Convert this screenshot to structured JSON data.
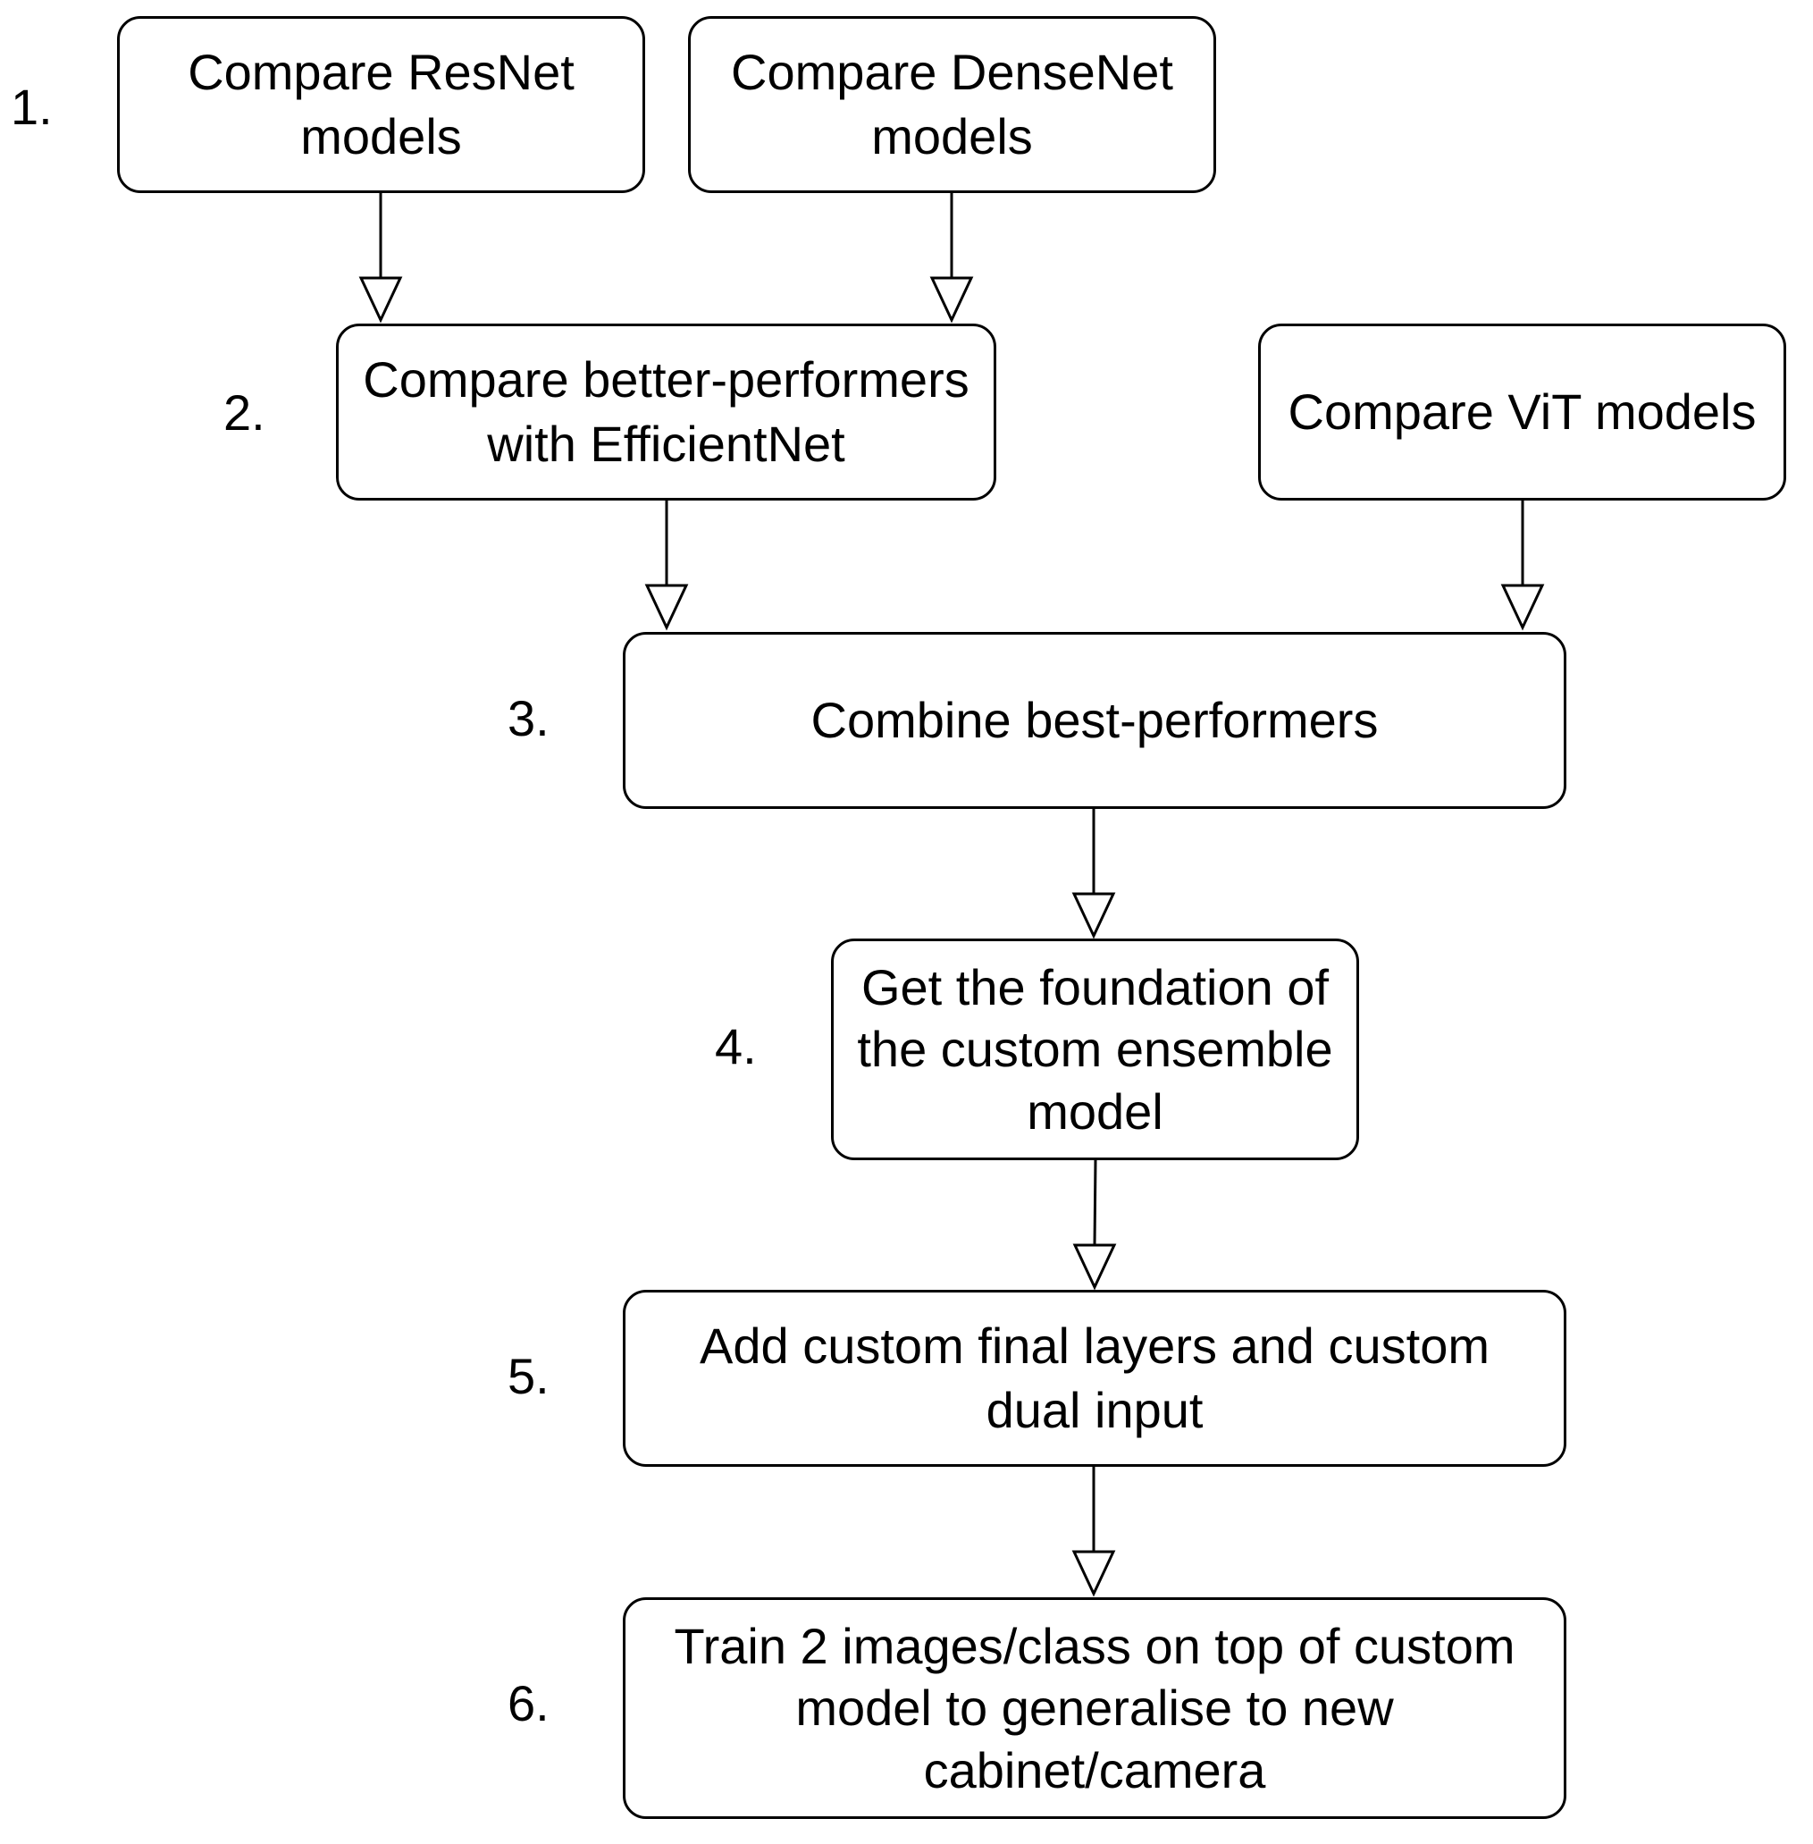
{
  "steps": {
    "s1": "1.",
    "s2": "2.",
    "s3": "3.",
    "s4": "4.",
    "s5": "5.",
    "s6": "6."
  },
  "nodes": {
    "resnet": "Compare ResNet models",
    "densenet": "Compare DenseNet models",
    "efficientnet": "Compare better-performers with EfficientNet",
    "vit": "Compare ViT models",
    "combine": "Combine best-performers",
    "foundation": "Get the foundation of the custom ensemble model",
    "final_layers": "Add custom final layers and custom dual input",
    "train": "Train 2 images/class on top of custom model to generalise to new cabinet/camera"
  },
  "edges": [
    {
      "from": "resnet",
      "to": "efficientnet"
    },
    {
      "from": "densenet",
      "to": "efficientnet"
    },
    {
      "from": "efficientnet",
      "to": "combine"
    },
    {
      "from": "vit",
      "to": "combine"
    },
    {
      "from": "combine",
      "to": "foundation"
    },
    {
      "from": "foundation",
      "to": "final_layers"
    },
    {
      "from": "final_layers",
      "to": "train"
    }
  ]
}
